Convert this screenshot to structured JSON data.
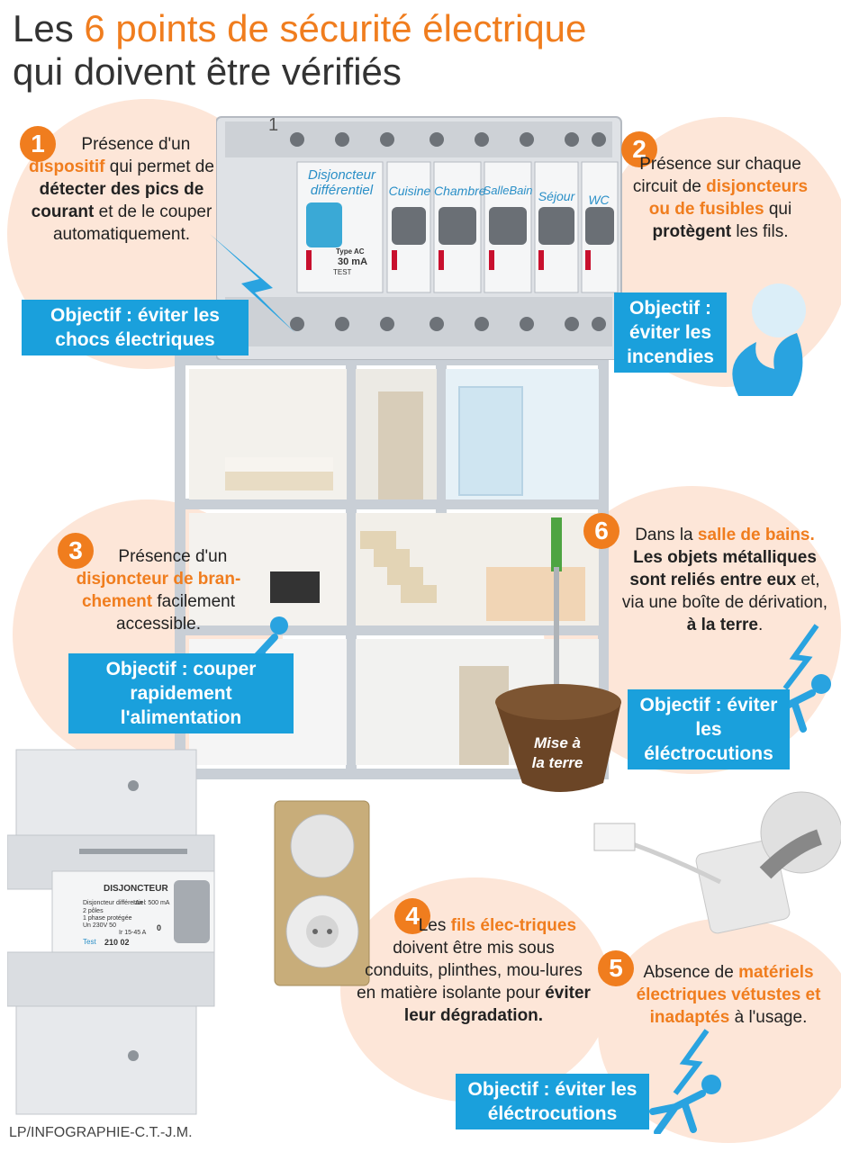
{
  "title": {
    "prefix": "Les ",
    "highlight": "6 points de sécurité électrique",
    "line2": "qui doivent être vérifiés"
  },
  "panel": {
    "breaker_labels": [
      "Disjoncteur différentiel",
      "Cuisine",
      "Chambre",
      "SalleBain",
      "Séjour",
      "WC"
    ],
    "module_rating": "30 mA",
    "module_type": "Type AC",
    "test_label": "TEST",
    "slot_number": "1"
  },
  "points": {
    "p1": {
      "num": "1",
      "t1": "Présence d'un ",
      "o1": "dispositif",
      "t2": " qui permet de ",
      "b1": "détecter des pics de courant",
      "t3": " et de le couper automatiquement.",
      "objective_label": "Objectif :",
      "objective": "éviter les chocs électriques"
    },
    "p2": {
      "num": "2",
      "t1": "Présence sur chaque circuit de ",
      "o1": "disjoncteurs ou de fusibles",
      "t2": " qui ",
      "b1": "protègent",
      "t3": " les fils.",
      "objective_label": "Objectif :",
      "objective": "éviter les incendies"
    },
    "p3": {
      "num": "3",
      "t1": "Présence d'un ",
      "o1": "disjoncteur de bran-chement",
      "t2": " facilement accessible.",
      "objective_label": "Objectif :",
      "objective": "couper rapidement l'alimentation"
    },
    "p4": {
      "num": "4",
      "t1": "Les ",
      "o1": "fils élec-triques",
      "t2": " doivent être mis sous conduits, plinthes, mou-lures en matière isolante pour ",
      "b1": "éviter leur dégradation."
    },
    "p5": {
      "num": "5",
      "t1": "Absence de ",
      "o1": "matériels électriques vétustes et inadaptés",
      "t2": " à l'usage.",
      "objective_label": "Objectif :",
      "objective": "éviter les éléctrocutions"
    },
    "p6": {
      "num": "6",
      "t1": "Dans la ",
      "o1": "salle de bains.",
      "b1": " Les objets métalliques sont reliés entre eux",
      "t2": " et, via une boîte de dérivation, ",
      "b2": "à la terre",
      "t3": ".",
      "objective_label": "Objectif :",
      "objective": "éviter les éléctrocutions"
    }
  },
  "ground": {
    "label": "Mise à la terre"
  },
  "meter": {
    "brand": "DISJONCTEUR",
    "spec1": "Disjoncteur différentiel",
    "spec2": "2 pôles",
    "spec3": "1 phase protégée",
    "spec4": "Un 230V 50",
    "rating": "Ir 15-45 A",
    "i_delta": "IΔn : 500 mA",
    "code": "210 02",
    "test": "Test",
    "zero": "0"
  },
  "credit": "LP/INFOGRAPHIE-C.T.-J.M.",
  "colors": {
    "accent": "#f07d1e",
    "objective": "#1aa0dc",
    "bubble": "#fde6d8",
    "spark": "#29a3e0"
  }
}
